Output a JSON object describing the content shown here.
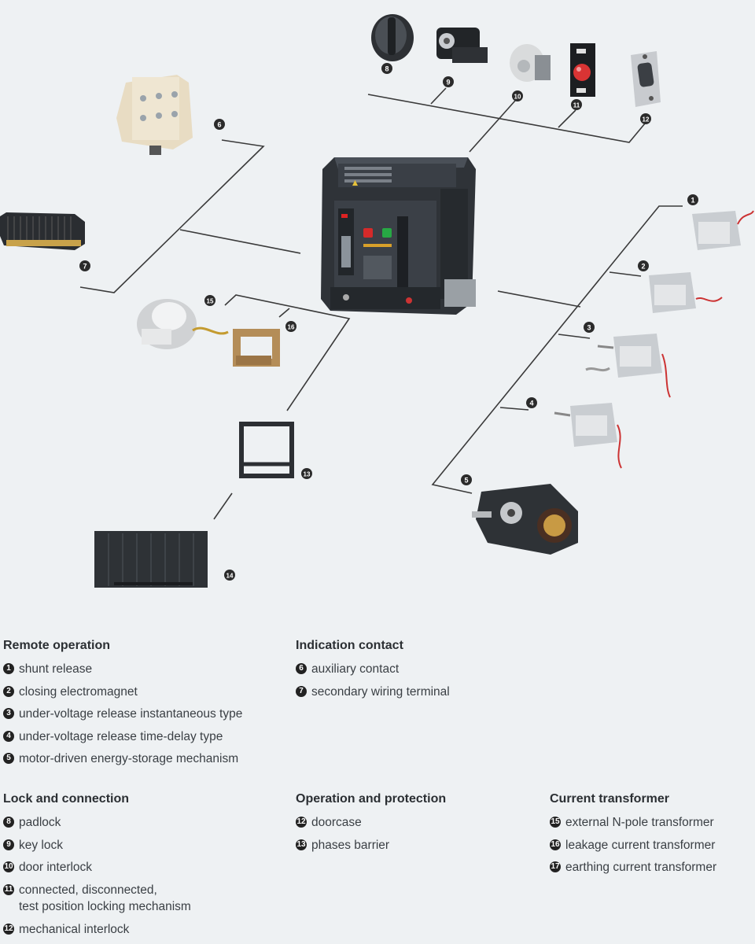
{
  "callout_numbers": [
    "1",
    "2",
    "3",
    "4",
    "5",
    "6",
    "7",
    "8",
    "9",
    "10",
    "11",
    "12",
    "13",
    "14",
    "15",
    "16"
  ],
  "legend": {
    "remote_operation": {
      "title": "Remote operation",
      "items": [
        {
          "num": "1",
          "text": "shunt release"
        },
        {
          "num": "2",
          "text": "closing electromagnet"
        },
        {
          "num": "3",
          "text": "under-voltage release instantaneous type"
        },
        {
          "num": "4",
          "text": "under-voltage release time-delay type"
        },
        {
          "num": "5",
          "text": "motor-driven energy-storage mechanism"
        }
      ]
    },
    "indication_contact": {
      "title": "Indication contact",
      "items": [
        {
          "num": "6",
          "text": "auxiliary contact"
        },
        {
          "num": "7",
          "text": "secondary wiring terminal"
        }
      ]
    },
    "lock_and_connection": {
      "title": "Lock and connection",
      "items": [
        {
          "num": "8",
          "text": "padlock"
        },
        {
          "num": "9",
          "text": "key lock"
        },
        {
          "num": "10",
          "text": "door interlock"
        },
        {
          "num": "11",
          "text": "connected, disconnected,\ntest position locking mechanism"
        },
        {
          "num": "12",
          "text": "mechanical interlock"
        }
      ]
    },
    "operation_and_protection": {
      "title": "Operation and protection",
      "items": [
        {
          "num": "12",
          "text": "doorcase"
        },
        {
          "num": "13",
          "text": "phases barrier"
        }
      ]
    },
    "current_transformer": {
      "title": "Current transformer",
      "items": [
        {
          "num": "15",
          "text": "external N-pole transformer"
        },
        {
          "num": "16",
          "text": "leakage current transformer"
        },
        {
          "num": "17",
          "text": "earthing current transformer"
        }
      ]
    }
  }
}
